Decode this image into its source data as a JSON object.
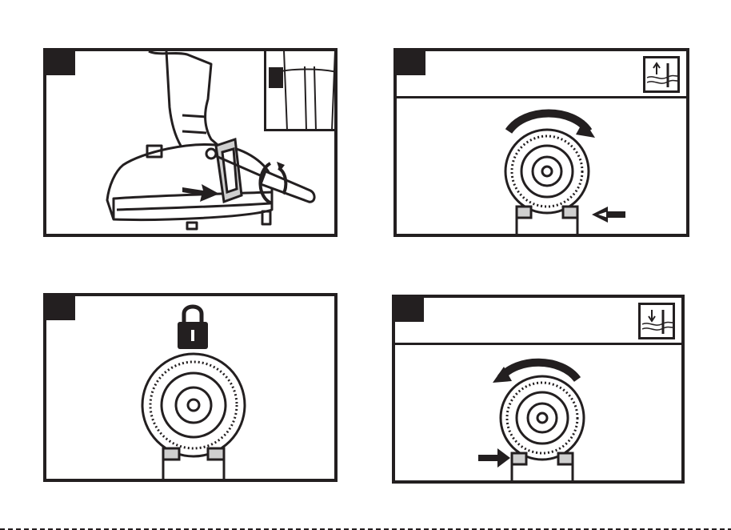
{
  "panels": [
    {
      "id": "panel-1",
      "tag": "",
      "label": ""
    },
    {
      "id": "panel-2",
      "tag": "",
      "label": ""
    },
    {
      "id": "panel-3",
      "tag": "",
      "label": ""
    },
    {
      "id": "panel-4",
      "tag": "",
      "label": ""
    }
  ],
  "icons": {
    "panel1": [
      "drill-handle-icon",
      "belt-clip-icon",
      "screwdriver-icon",
      "rotate-arrow-icon",
      "push-arrow-icon",
      "belt-inset-icon"
    ],
    "panel2": [
      "forward-rotation-icon",
      "screw-out-symbol-icon",
      "chuck-front-icon",
      "push-right-side-arrow-icon"
    ],
    "panel3": [
      "padlock-icon",
      "chuck-front-icon"
    ],
    "panel4": [
      "reverse-rotation-icon",
      "screw-in-symbol-icon",
      "chuck-front-icon",
      "push-left-side-arrow-icon"
    ]
  },
  "colors": {
    "ink": "#231f20",
    "paper": "#ffffff"
  }
}
